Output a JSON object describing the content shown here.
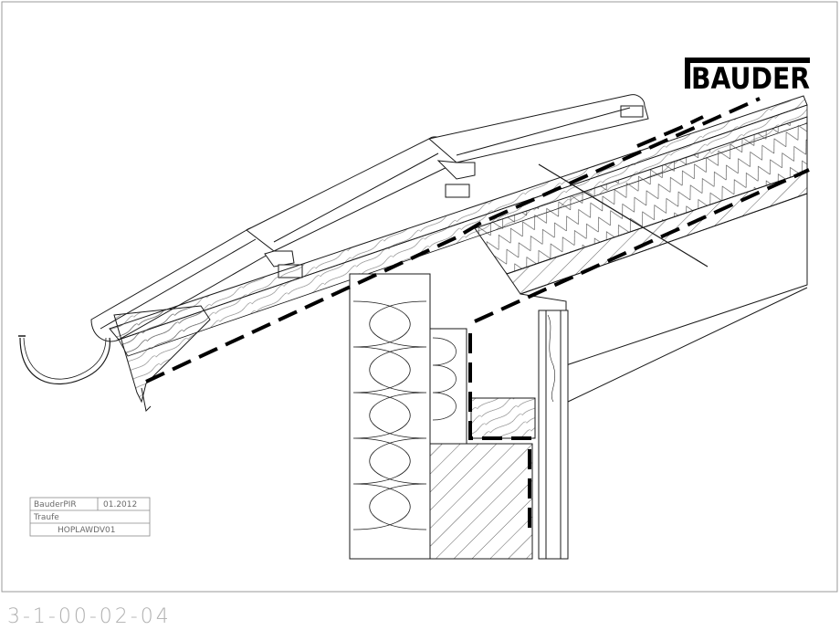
{
  "brand": {
    "name": "BAUDER",
    "color": "#000000"
  },
  "title_block": {
    "product": "BauderPIR",
    "date": "01.2012",
    "detail": "Traufe",
    "drawing_code": "HOPLAWDV01"
  },
  "sheet_number": "3-1-00-02-04",
  "colors": {
    "line": "#1a1a1a",
    "membrane": "#000000",
    "frame": "#9a9a9a",
    "title_block_text": "#6a6a6a"
  }
}
